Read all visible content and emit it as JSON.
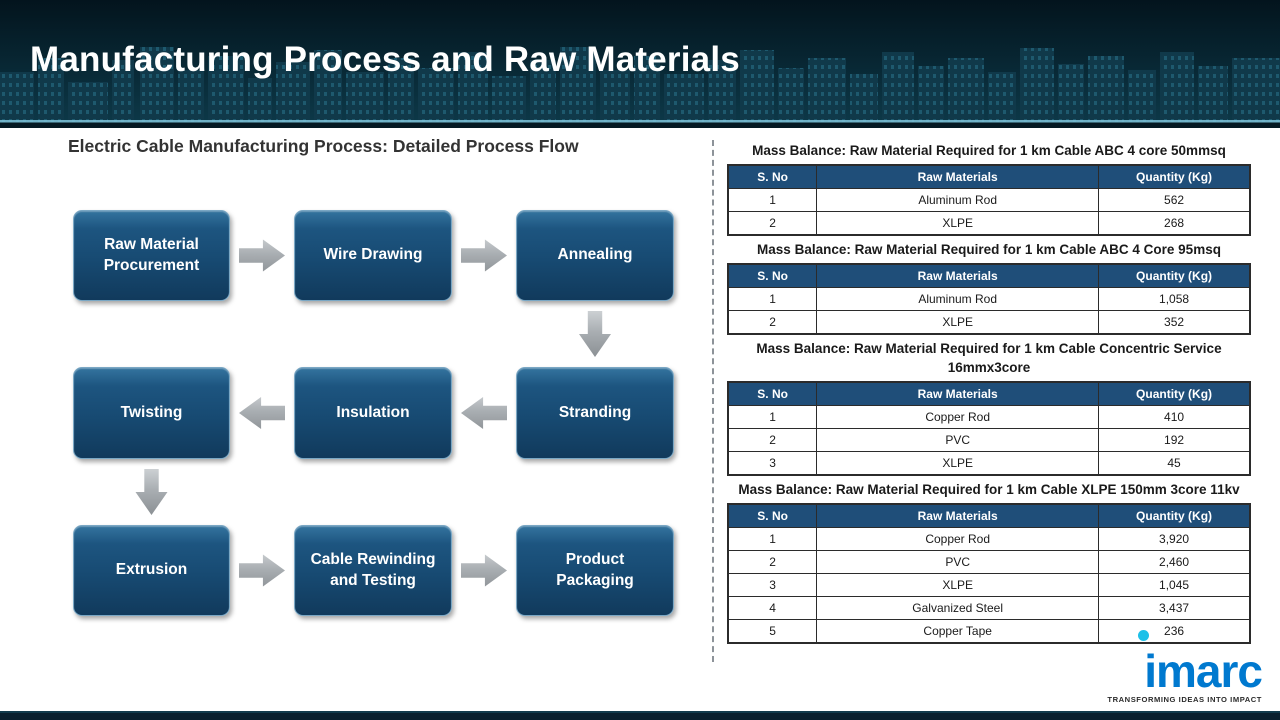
{
  "header": {
    "title": "Manufacturing Process and Raw Materials"
  },
  "flow": {
    "heading": "Electric Cable Manufacturing Process: Detailed Process Flow",
    "rows": [
      {
        "direction": "right",
        "boxes": [
          "Raw Material Procurement",
          "Wire Drawing",
          "Annealing"
        ]
      },
      {
        "direction": "left",
        "boxes": [
          "Twisting",
          "Insulation",
          "Stranding"
        ]
      },
      {
        "direction": "right",
        "boxes": [
          "Extrusion",
          "Cable Rewinding and Testing",
          "Product Packaging"
        ]
      }
    ]
  },
  "tables": [
    {
      "title": "Mass Balance: Raw Material Required for 1 km Cable ABC 4 core 50mmsq",
      "headers": [
        "S. No",
        "Raw Materials",
        "Quantity (Kg)"
      ],
      "rows": [
        [
          "1",
          "Aluminum Rod",
          "562"
        ],
        [
          "2",
          "XLPE",
          "268"
        ]
      ]
    },
    {
      "title": "Mass Balance: Raw Material Required for 1 km Cable ABC 4 Core 95msq",
      "headers": [
        "S. No",
        "Raw Materials",
        "Quantity (Kg)"
      ],
      "rows": [
        [
          "1",
          "Aluminum Rod",
          "1,058"
        ],
        [
          "2",
          "XLPE",
          "352"
        ]
      ]
    },
    {
      "title": "Mass Balance: Raw Material Required for 1 km Cable Concentric Service 16mmx3core",
      "headers": [
        "S. No",
        "Raw Materials",
        "Quantity (Kg)"
      ],
      "rows": [
        [
          "1",
          "Copper Rod",
          "410"
        ],
        [
          "2",
          "PVC",
          "192"
        ],
        [
          "3",
          "XLPE",
          "45"
        ]
      ]
    },
    {
      "title": "Mass Balance: Raw Material Required for 1 km Cable XLPE 150mm 3core 11kv",
      "headers": [
        "S. No",
        "Raw Materials",
        "Quantity (Kg)"
      ],
      "rows": [
        [
          "1",
          "Copper Rod",
          "3,920"
        ],
        [
          "2",
          "PVC",
          "2,460"
        ],
        [
          "3",
          "XLPE",
          "1,045"
        ],
        [
          "4",
          "Galvanized Steel",
          "3,437"
        ],
        [
          "5",
          "Copper Tape",
          "236"
        ]
      ]
    }
  ],
  "logo": {
    "name": "imarc",
    "tagline": "TRANSFORMING IDEAS INTO IMPACT"
  },
  "colors": {
    "header_bg": "#08222e",
    "flow_box_blue": "#174a72",
    "table_header_blue": "#1F4E79",
    "arrow_gray": "#a9aeb2",
    "logo_blue": "#0079cf",
    "logo_cyan": "#1ec0e8"
  }
}
